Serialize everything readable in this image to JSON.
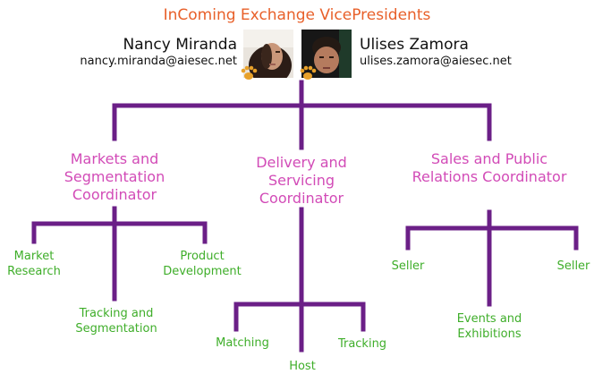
{
  "header": {
    "title": "InComing Exchange VicePresidents"
  },
  "people": [
    {
      "name": "Nancy Miranda",
      "email": "nancy.miranda@aiesec.net"
    },
    {
      "name": "Ulises Zamora",
      "email": "ulises.zamora@aiesec.net"
    }
  ],
  "coordinators": [
    {
      "label": "Markets and Segmentation Coordinator",
      "children": [
        "Market Research",
        "Product Development",
        "Tracking and Segmentation"
      ]
    },
    {
      "label": "Delivery and Servicing Coordinator",
      "children": [
        "Matching",
        "Tracking",
        "Host"
      ]
    },
    {
      "label": "Sales and Public Relations Coordinator",
      "children": [
        "Seller",
        "Seller",
        "Events and Exhibitions"
      ]
    }
  ],
  "colors": {
    "title": "#e8602a",
    "coordinator": "#d24bb7",
    "leaf": "#3fae2a",
    "connector": "#6b1f87"
  }
}
